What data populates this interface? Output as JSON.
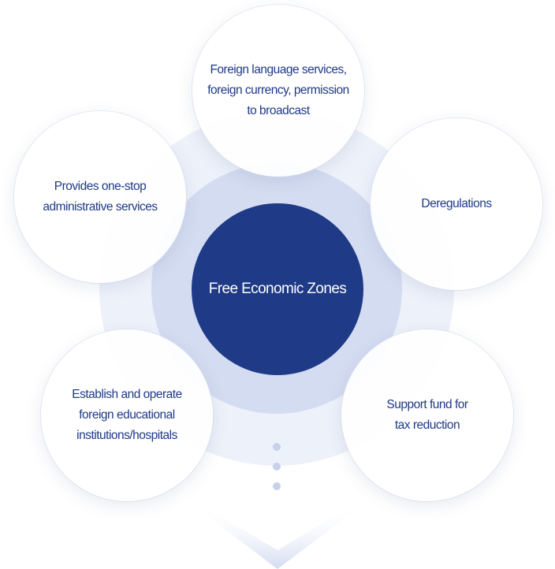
{
  "center": {
    "label": "Free Economic Zones"
  },
  "nodes": [
    {
      "id": "top",
      "lines": [
        "Foreign language services,",
        "foreign currency, permission",
        "to broadcast"
      ]
    },
    {
      "id": "left",
      "lines": [
        "Provides one-stop",
        "administrative services"
      ]
    },
    {
      "id": "right",
      "lines": [
        "Deregulations"
      ]
    },
    {
      "id": "bottom-left",
      "lines": [
        "Establish and operate",
        "foreign educational",
        "institutions/hospitals"
      ]
    },
    {
      "id": "bottom-right",
      "lines": [
        "Support fund for",
        "tax reduction"
      ]
    }
  ],
  "colors": {
    "center_fill": "#1f3a86",
    "text": "#1f3a86",
    "ring_outer": "#edf1fa",
    "ring_mid": "#d4dcf1",
    "dots": "#c6d1ec"
  }
}
